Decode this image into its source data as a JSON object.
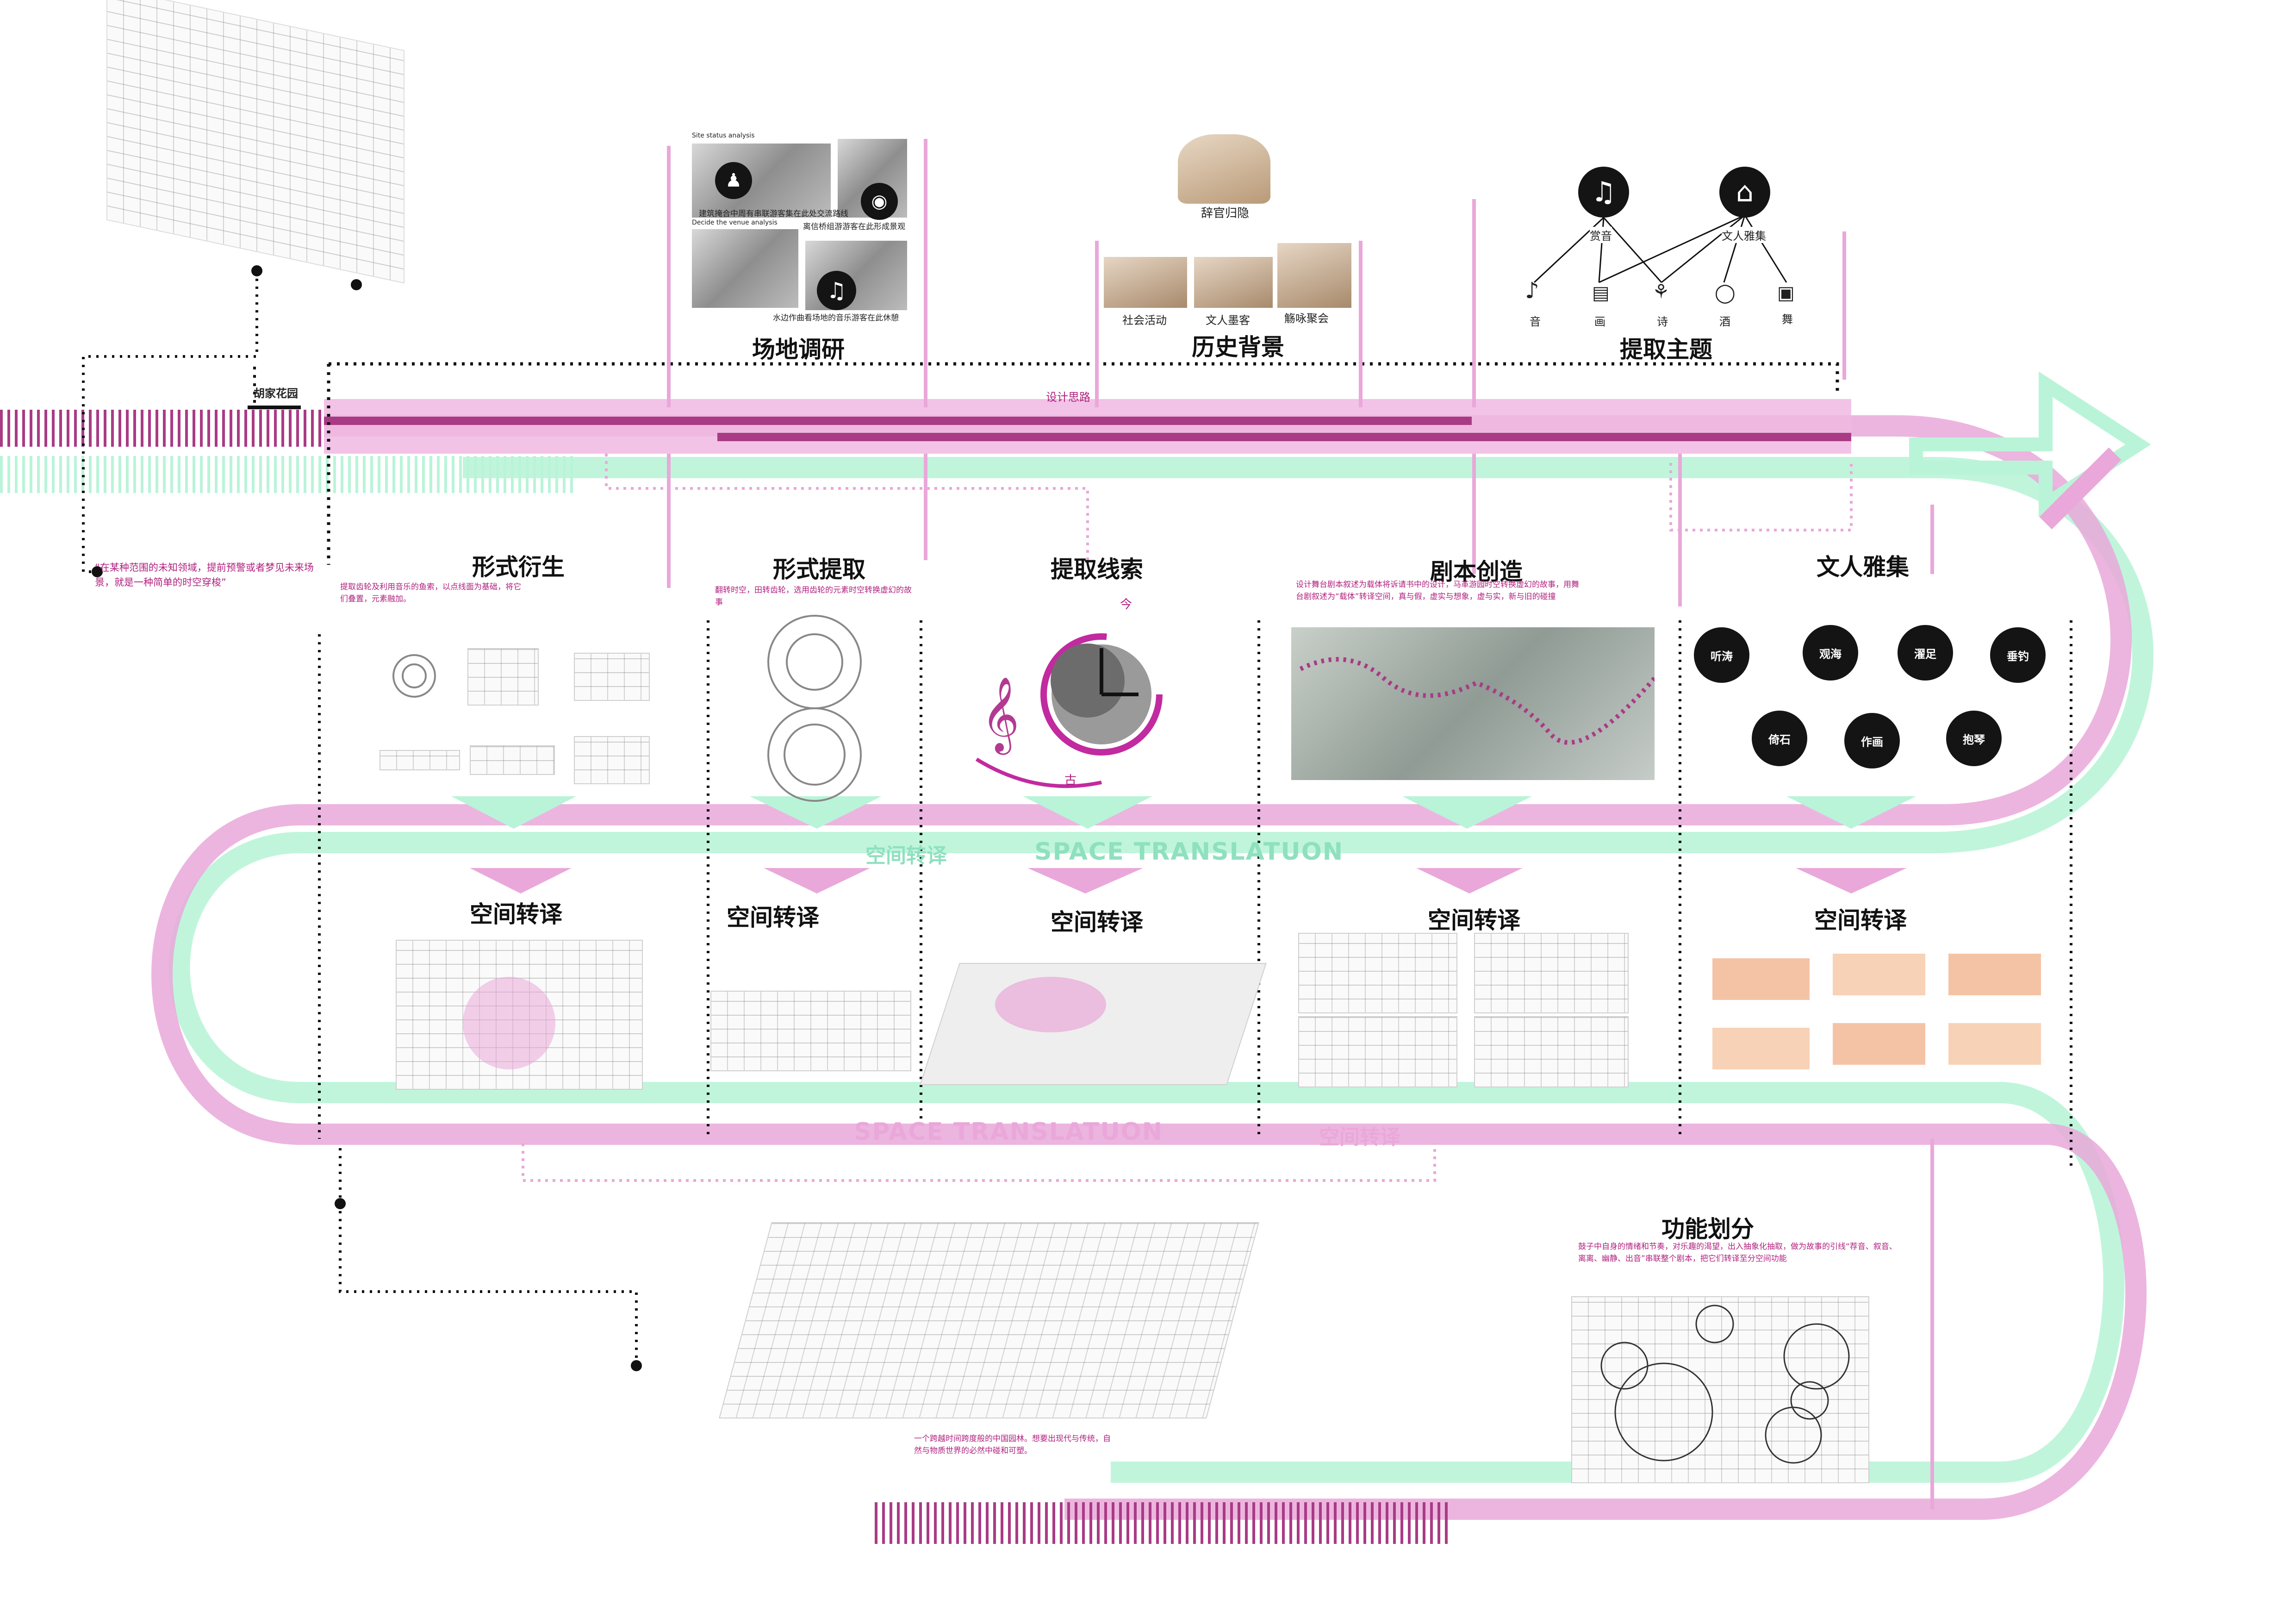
{
  "header": {
    "garden_name": "胡家花园",
    "design_route": "设计思路",
    "intro_text": "“在某种范围的未知领域，提前预警或者梦见未来场景，就是一种简单的时空穿梭”"
  },
  "stages_top": [
    {
      "title": "场地调研",
      "caption_en_1": "Site status analysis",
      "caption_1": "建筑掩合中周有串联游客集在此处交流路线",
      "caption_en_2": "Decide the venue analysis",
      "caption_2": "离信桥组游游客在此形成景观",
      "caption_3": "水边作曲看场地的音乐游客在此休憩"
    },
    {
      "title": "历史背景",
      "figure_label": "辞官归隐",
      "item_1": "社会活动",
      "item_2": "文人墨客",
      "item_3": "觞咏聚会"
    },
    {
      "title": "提取主题",
      "node_1": "赏音",
      "node_2": "文人雅集",
      "leaf_1": "音",
      "leaf_2": "画",
      "leaf_3": "诗",
      "leaf_4": "酒",
      "leaf_5": "舞"
    }
  ],
  "stages_mid": [
    {
      "title": "形式衍生",
      "desc": "提取齿轮及利用音乐的鱼索，以点线面为基础，将它们叠置，元素融加。"
    },
    {
      "title": "形式提取",
      "desc": "翻转时空，田转齿轮，选用齿轮的元素时空转换虚幻的故事"
    },
    {
      "title": "提取线索",
      "clock_top": "今",
      "clock_bottom": "古"
    },
    {
      "title": "剧本创造",
      "desc": "设计舞台剧本叙述为载体将诉请书中的设计，马革游园时空转换虚幻的故事，用舞台剧叙述为“载体”转译空间，真与假，虚实与想象，虚与实，新与旧的碰撞"
    },
    {
      "title": "文人雅集",
      "circles": [
        "听涛",
        "观海",
        "濯足",
        "垂钓",
        "倚石",
        "作画",
        "抱琴"
      ]
    }
  ],
  "translation": {
    "label": "空间转译",
    "en_label": "SPACE TRANSLATUON",
    "small_label": "空间转译"
  },
  "bottom": {
    "func_title": "功能划分",
    "func_desc": "鼓子中自身的情绪和节奏，对乐趣的渴望，出入抽象化抽取，做为故事的引线“荐音、叙音、离离、幽静、出音”串联整个剧本，把它们转译至分空间功能",
    "plan_caption": "一个跨越时间跨度般的中国园林。想要出现代与传统，自然与物质世界的必然中碰和可塑。"
  },
  "colors": {
    "pink": "#e9a8d9",
    "magenta": "#a93b85",
    "mint": "#b9f4d8",
    "dark": "#141414"
  },
  "icons": {
    "people": "people-icon",
    "camera": "camera-icon",
    "music": "music-note-icon",
    "culture": "pavilion-icon"
  }
}
